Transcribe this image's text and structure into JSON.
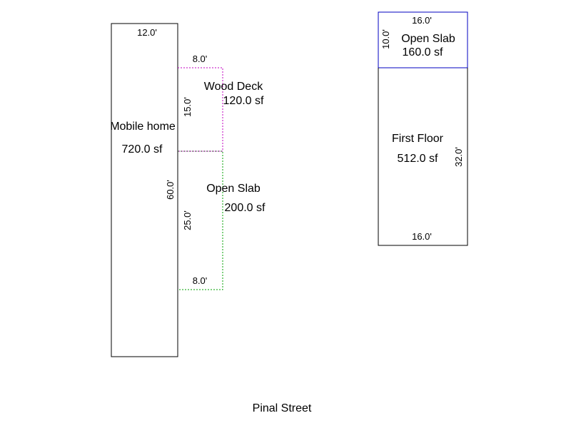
{
  "sketch": {
    "street": "Pinal Street",
    "areas": {
      "mobile_home": {
        "name": "Mobile home",
        "area": "720.0 sf",
        "width": "12.0'",
        "length": "60.0'",
        "outline_color": "#000000"
      },
      "wood_deck": {
        "name": "Wood Deck",
        "area": "120.0 sf",
        "width": "8.0'",
        "depth": "15.0'",
        "outline_color": "#c000c0"
      },
      "open_slab_left": {
        "name": "Open Slab",
        "area": "200.0 sf",
        "width": "8.0'",
        "depth": "25.0'",
        "outline_color": "#00a000"
      },
      "open_slab_right": {
        "name": "Open Slab",
        "area": "160.0 sf",
        "width": "16.0'",
        "depth": "10.0'",
        "outline_color": "#0000c0"
      },
      "first_floor": {
        "name": "First Floor",
        "area": "512.0 sf",
        "width": "16.0'",
        "length": "32.0'",
        "outline_color": "#000000"
      }
    }
  }
}
